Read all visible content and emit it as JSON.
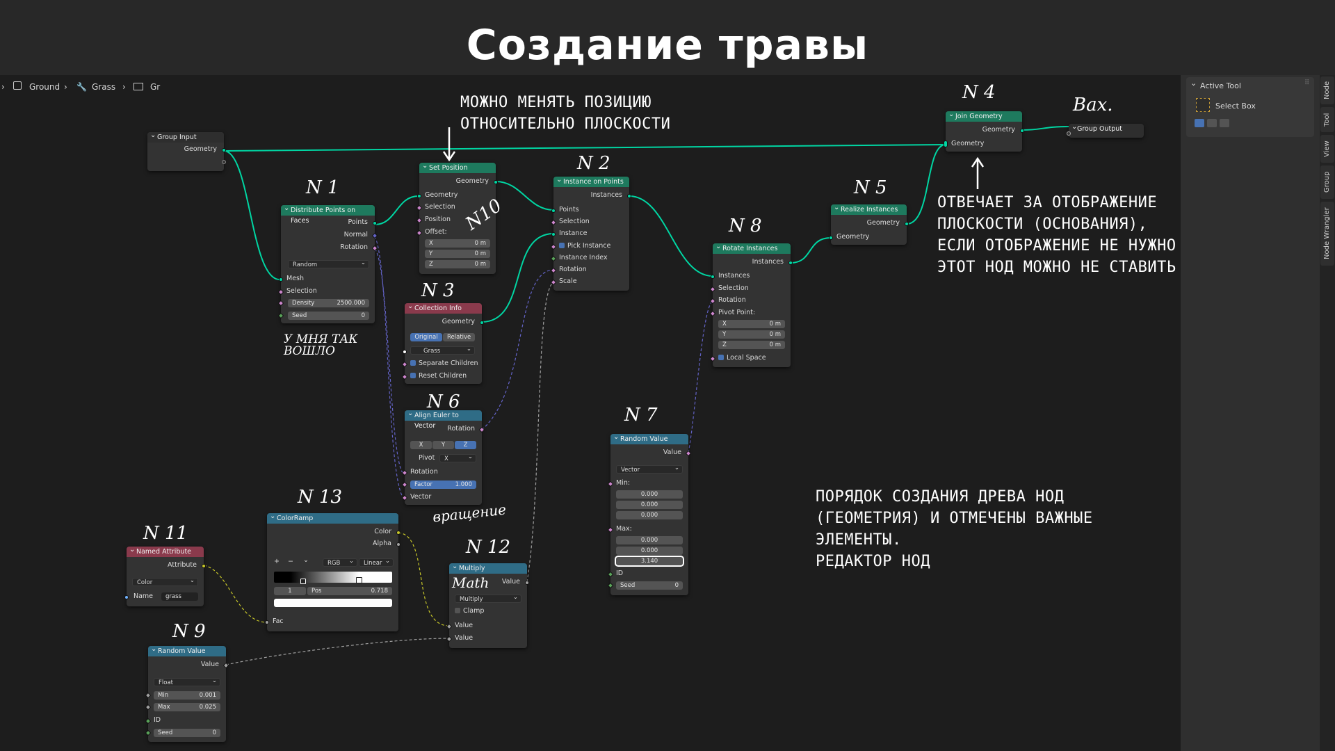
{
  "page": {
    "title": "Создание травы"
  },
  "breadcrumb": [
    "Ground",
    "Grass",
    "Gr"
  ],
  "nodes": {
    "group_input": {
      "title": "Group Input",
      "out": "Geometry"
    },
    "distribute": {
      "title": "Distribute Points on Faces",
      "outs": [
        "Points",
        "Normal",
        "Rotation"
      ],
      "mode": "Random",
      "ins": [
        "Mesh",
        "Selection"
      ],
      "density_label": "Density",
      "density": "2500.000",
      "seed_label": "Seed",
      "seed": "0"
    },
    "set_position": {
      "title": "Set Position",
      "out": "Geometry",
      "ins": [
        "Geometry",
        "Selection",
        "Position",
        "Offset:"
      ],
      "x": "X",
      "y": "Y",
      "z": "Z",
      "xv": "0 m",
      "yv": "0 m",
      "zv": "0 m"
    },
    "collection_info": {
      "title": "Collection Info",
      "out": "Geometry",
      "opt1": "Original",
      "opt2": "Relative",
      "collection": "Grass",
      "chk1": "Separate Children",
      "chk2": "Reset Children"
    },
    "instance_on_points": {
      "title": "Instance on Points",
      "out": "Instances",
      "ins": [
        "Points",
        "Selection",
        "Instance",
        "Pick Instance",
        "Instance Index",
        "Rotation",
        "Scale"
      ]
    },
    "rotate_instances": {
      "title": "Rotate Instances",
      "out": "Instances",
      "ins": [
        "Instances",
        "Selection",
        "Rotation",
        "Pivot Point:"
      ],
      "x": "X",
      "y": "Y",
      "z": "Z",
      "xv": "0 m",
      "yv": "0 m",
      "zv": "0 m",
      "local": "Local Space"
    },
    "realize": {
      "title": "Realize Instances",
      "out": "Geometry",
      "in": "Geometry"
    },
    "join": {
      "title": "Join Geometry",
      "out": "Geometry",
      "in": "Geometry"
    },
    "group_output": {
      "title": "Group Output"
    },
    "align_euler": {
      "title": "Align Euler to Vector",
      "out": "Rotation",
      "x": "X",
      "y": "Y",
      "z": "Z",
      "pivot_label": "Pivot",
      "pivot": "X",
      "in_rot": "Rotation",
      "factor_label": "Factor",
      "factor": "1.000",
      "in_vec": "Vector"
    },
    "random_vector": {
      "title": "Random Value",
      "out": "Value",
      "type": "Vector",
      "min_label": "Min:",
      "min": [
        "0.000",
        "0.000",
        "0.000"
      ],
      "max_label": "Max:",
      "max": [
        "0.000",
        "0.000",
        "3.140"
      ],
      "id": "ID",
      "seed_label": "Seed",
      "seed": "0"
    },
    "colorramp": {
      "title": "ColorRamp",
      "out1": "Color",
      "out2": "Alpha",
      "plus": "+",
      "minus": "−",
      "chev": "⌄",
      "mode": "RGB",
      "interp": "Linear",
      "index": "1",
      "pos_label": "Pos",
      "pos": "0.718",
      "in": "Fac"
    },
    "named_attribute": {
      "title": "Named Attribute",
      "out": "Attribute",
      "type": "Color",
      "name_label": "Name",
      "name": "grass"
    },
    "multiply": {
      "title": "Multiply",
      "out": "Value",
      "op": "Multiply",
      "clamp": "Clamp",
      "in1": "Value",
      "in2": "Value"
    },
    "random_float": {
      "title": "Random Value",
      "out": "Value",
      "type": "Float",
      "min_label": "Min",
      "min": "0.001",
      "max_label": "Max",
      "max": "0.025",
      "id": "ID",
      "seed_label": "Seed",
      "seed": "0"
    }
  },
  "annotations": {
    "top": "МОЖНО МЕНЯТЬ ПОЗИЦИЮ\nОТНОСИТЕЛЬНО ПЛОСКОСТИ",
    "right": "ОТВЕЧАЕТ ЗА ОТОБРАЖЕНИЕ\nПЛОСКОСТИ (ОСНОВАНИЯ),\nЕСЛИ ОТОБРАЖЕНИЕ НЕ НУЖНО\nЭТОТ НОД МОЖНО НЕ СТАВИТЬ",
    "bottom": "ПОРЯДОК СОЗДАНИЯ ДРЕВА НОД\n(ГЕОМЕТРИЯ) И ОТМЕЧЕНЫ ВАЖНЫЕ\nЭЛЕМЕНТЫ.\nРЕДАКТОР НОД",
    "n1": "N 1",
    "n2": "N 2",
    "n3": "N 3",
    "n4": "N 4",
    "n5": "N 5",
    "n6": "N 6",
    "n7": "N 7",
    "n8": "N 8",
    "n9": "N 9",
    "n10": "N10",
    "n11": "N 11",
    "n12": "N 12",
    "n13": "N 13",
    "vax": "Bax.",
    "umnya": "У МНЯ ТАК\nВОШЛО",
    "vrash": "вращение",
    "math": "Math"
  },
  "side_panel": {
    "section": "Active Tool",
    "tool": "Select Box",
    "dots": "⠿"
  },
  "side_tabs": [
    "Node",
    "Tool",
    "View",
    "Group",
    "Node Wrangler"
  ],
  "colors": {
    "geometry_link": "#00d6a3",
    "vector_link": "#6363c7",
    "color_link": "#c7c729",
    "float_link": "#a1a1a1"
  }
}
